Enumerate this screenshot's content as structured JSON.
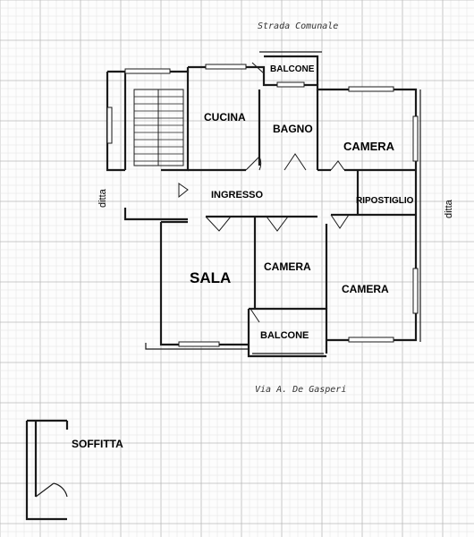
{
  "plan": {
    "street_top": "Strada Comunale",
    "street_bottom": "Via A. De Gasperi",
    "neighbor_left": "ditta",
    "neighbor_right": "ditta",
    "rooms": {
      "balcone_top": "BALCONE",
      "cucina": "CUCINA",
      "bagno": "BAGNO",
      "camera_1": "CAMERA",
      "ingresso": "INGRESSO",
      "ripostiglio": "RIPOSTIGLIO",
      "sala": "SALA",
      "camera_2": "CAMERA",
      "camera_3": "CAMERA",
      "balcone_bottom": "BALCONE",
      "soffitta": "SOFFITTA"
    }
  }
}
